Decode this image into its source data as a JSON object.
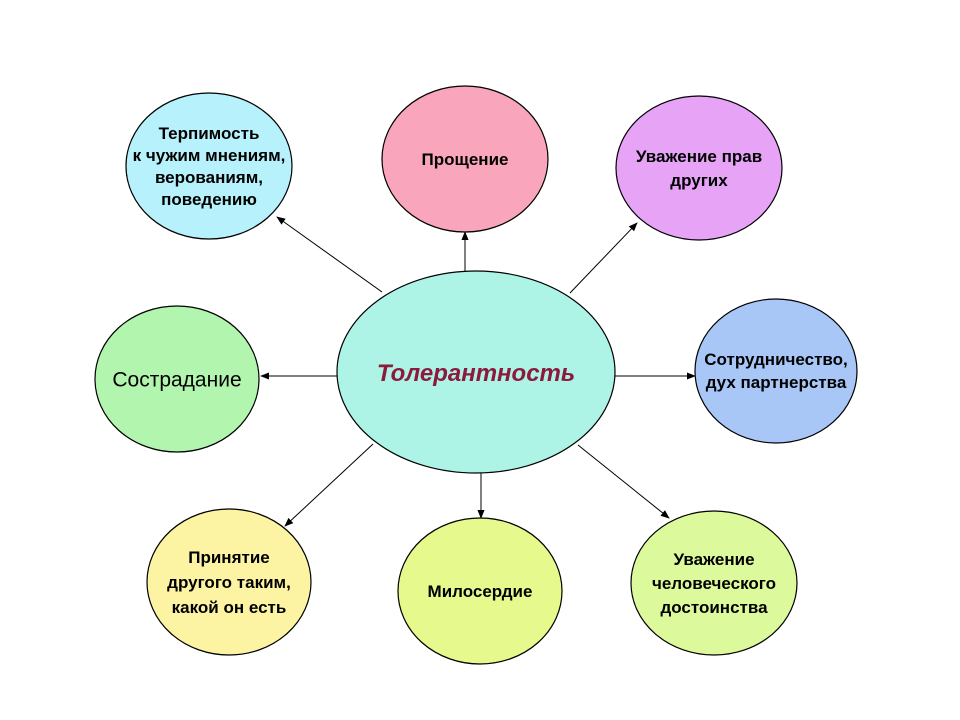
{
  "center": {
    "label": "Толерантность",
    "fill": "#aef4e6",
    "text_color": "#8b1a3c"
  },
  "nodes": [
    {
      "id": "terpimost",
      "lines": [
        "Терпимость",
        "к чужим мнениям,",
        "верованиям,",
        "поведению"
      ],
      "fill": "#b7f1fb"
    },
    {
      "id": "proshchenie",
      "lines": [
        "Прощение"
      ],
      "fill": "#f9a6bd"
    },
    {
      "id": "uvazhenie-prav",
      "lines": [
        "Уважение прав",
        "других"
      ],
      "fill": "#e7a4f7"
    },
    {
      "id": "sotrudnichestvo",
      "lines": [
        "Сотрудничество,",
        "дух партнерства"
      ],
      "fill": "#a8c7f6"
    },
    {
      "id": "uvazhenie-dostoinstva",
      "lines": [
        "Уважение",
        "человеческого",
        "достоинства"
      ],
      "fill": "#dcf99b"
    },
    {
      "id": "miloserdie",
      "lines": [
        "Милосердие"
      ],
      "fill": "#e6f98c"
    },
    {
      "id": "prinyatie",
      "lines": [
        "Принятие",
        "другого таким,",
        "какой он есть"
      ],
      "fill": "#fcf3a3"
    },
    {
      "id": "sostradanie",
      "lines": [
        "Сострадание"
      ],
      "fill": "#b2f5ae"
    }
  ],
  "colors": {
    "outline": "#000000",
    "arrow": "#000000"
  }
}
